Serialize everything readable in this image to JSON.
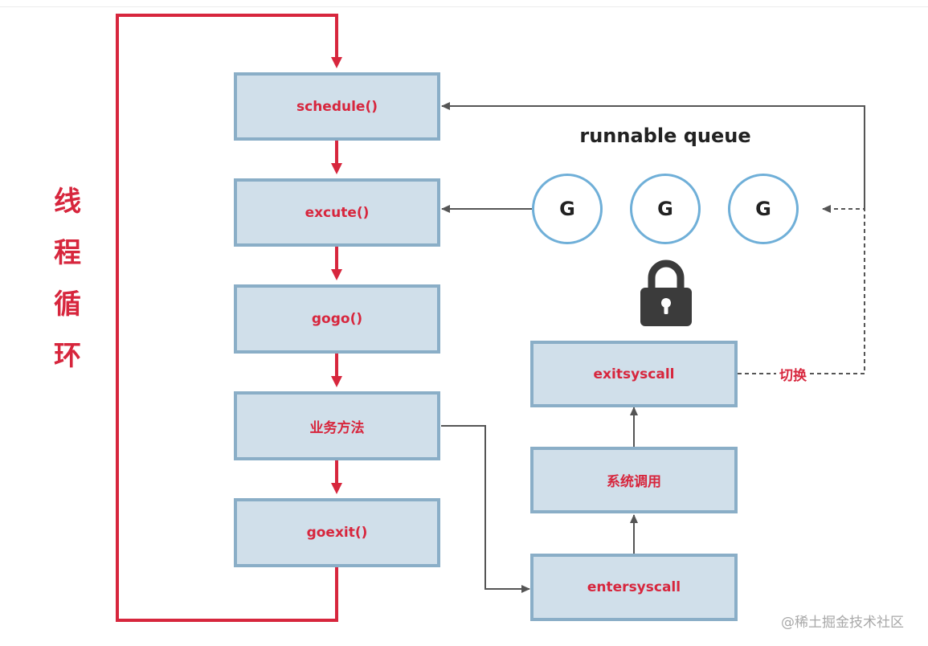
{
  "flow": {
    "schedule": "schedule()",
    "execute": "excute()",
    "gogo": "gogo()",
    "business": "业务方法",
    "goexit": "goexit()"
  },
  "syscall": {
    "entersyscall": "entersyscall",
    "syscall": "系统调用",
    "exitsyscall": "exitsyscall"
  },
  "queue": {
    "title": "runnable queue",
    "items": [
      "G",
      "G",
      "G"
    ]
  },
  "loop_label": [
    "线",
    "程",
    "循",
    "环"
  ],
  "switch_label": "切换",
  "watermark": "@稀土掘金技术社区",
  "icons": {
    "lock": "lock-icon"
  },
  "colors": {
    "accent_red": "#d7263d",
    "box_fill": "#d0dfea",
    "box_border": "#8aaec7",
    "circle_border": "#6fafd8",
    "connector_gray": "#555555"
  }
}
